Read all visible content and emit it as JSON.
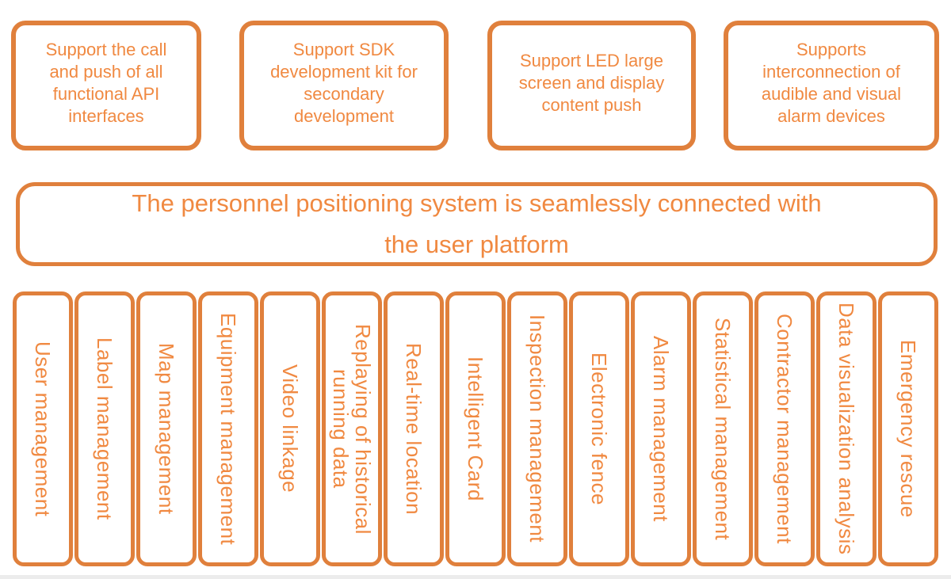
{
  "theme": {
    "accent_border": "#E0803C",
    "accent_text": "#F08941",
    "background": "#FFFFFF"
  },
  "top_features": [
    {
      "text": "Support the call\nand push of all\nfunctional API\ninterfaces"
    },
    {
      "text": "Support SDK\ndevelopment kit for\nsecondary\ndevelopment"
    },
    {
      "text": "Support LED large\nscreen and display\ncontent push"
    },
    {
      "text": "Supports\ninterconnection of\naudible and visual\nalarm devices"
    }
  ],
  "banner": {
    "text": "The personnel positioning system is seamlessly connected with\nthe user platform"
  },
  "modules": [
    {
      "label": "User management"
    },
    {
      "label": "Label management"
    },
    {
      "label": "Map management"
    },
    {
      "label": "Equipment management"
    },
    {
      "label": "Video linkage"
    },
    {
      "label": "Replaying of historical\nrunning data"
    },
    {
      "label": "Real-time location"
    },
    {
      "label": "Intelligent Card"
    },
    {
      "label": "Inspection management"
    },
    {
      "label": "Electronic fence"
    },
    {
      "label": "Alarm management"
    },
    {
      "label": "Statistical management"
    },
    {
      "label": "Contractor management"
    },
    {
      "label": "Data visualization analysis"
    },
    {
      "label": "Emergency rescue"
    }
  ]
}
